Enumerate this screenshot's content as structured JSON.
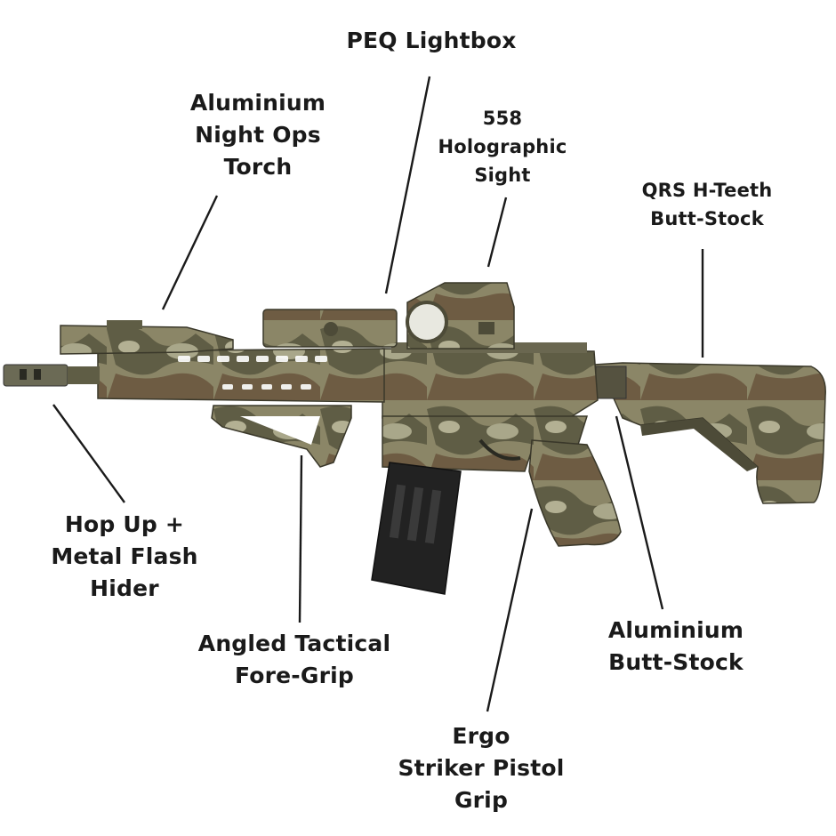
{
  "labels": {
    "peq": {
      "lines": [
        "PEQ Lightbox"
      ]
    },
    "torch": {
      "lines": [
        "Aluminium",
        "Night Ops",
        "Torch"
      ]
    },
    "holo": {
      "lines": [
        "558",
        "Holographic",
        "Sight"
      ]
    },
    "qrs": {
      "lines": [
        "QRS H-Teeth",
        "Butt-Stock"
      ]
    },
    "hop": {
      "lines": [
        "Hop Up +",
        "Metal Flash",
        "Hider"
      ]
    },
    "fore": {
      "lines": [
        "Angled Tactical",
        "Fore-Grip"
      ]
    },
    "alu": {
      "lines": [
        "Aluminium",
        "Butt-Stock"
      ]
    },
    "ergo": {
      "lines": [
        "Ergo",
        "Striker Pistol",
        "Grip"
      ]
    }
  },
  "colors": {
    "text": "#1a1a1a",
    "camo_tan": "#8b8667",
    "camo_olive": "#5f5d45",
    "camo_brown": "#6e5c43",
    "camo_light": "#a9a78a",
    "magazine": "#222222"
  }
}
